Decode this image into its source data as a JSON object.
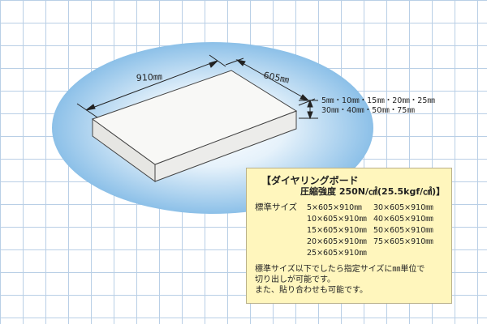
{
  "dimensions": {
    "length": "910㎜",
    "width": "605㎜",
    "thickness_line1": "5㎜・10㎜・15㎜・20㎜・25㎜",
    "thickness_line2": "30㎜・40㎜・50㎜・75㎜"
  },
  "info": {
    "title": "【ダイヤリングボード",
    "strength": "圧縮強度 250N/㎠(25.5kgf/㎠)】",
    "sizes_label": "標準サイズ",
    "sizes_left": [
      "5×605×910㎜",
      "10×605×910㎜",
      "15×605×910㎜",
      "20×605×910㎜",
      "25×605×910㎜"
    ],
    "sizes_right": [
      "30×605×910㎜",
      "40×605×910㎜",
      "50×605×910㎜",
      "75×605×910㎜"
    ],
    "note_line1": "標準サイズ以下でしたら指定サイズに㎜単位で",
    "note_line2": "切り出しが可能です。",
    "note_line3": "また、貼り合わせも可能です。"
  },
  "colors": {
    "grid": "#b9cfe6",
    "glow": "#8cc0e8",
    "board": "#f7f7f5",
    "box": "#fff6bd"
  }
}
